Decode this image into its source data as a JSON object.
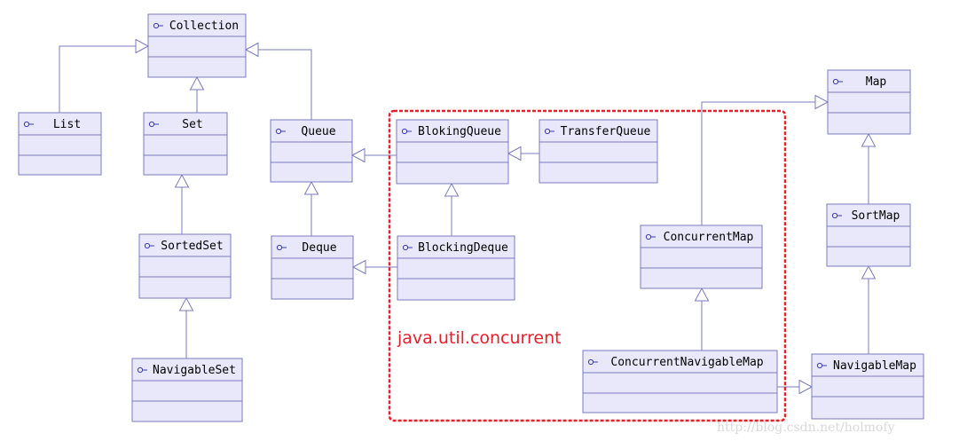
{
  "colors": {
    "node_fill": "#e8e8fa",
    "node_stroke": "#7b7bc0",
    "edge": "#7b7bc0",
    "region_border": "#e8202a",
    "region_label": "#e8202a",
    "watermark": "#d9d9d9"
  },
  "nodes": [
    {
      "id": "collection",
      "label": "Collection",
      "icon": "field-icon"
    },
    {
      "id": "list",
      "label": "List",
      "icon": "field-icon"
    },
    {
      "id": "set",
      "label": "Set",
      "icon": "field-icon"
    },
    {
      "id": "queue",
      "label": "Queue",
      "icon": "field-icon"
    },
    {
      "id": "sortedset",
      "label": "SortedSet",
      "icon": "field-icon"
    },
    {
      "id": "navigableset",
      "label": "NavigableSet",
      "icon": "field-icon"
    },
    {
      "id": "deque",
      "label": "Deque",
      "icon": "field-icon"
    },
    {
      "id": "blokingqueue",
      "label": "BlokingQueue",
      "icon": "field-icon"
    },
    {
      "id": "transferqueue",
      "label": "TransferQueue",
      "icon": "field-icon"
    },
    {
      "id": "blockingdeque",
      "label": "BlockingDeque",
      "icon": "field-icon"
    },
    {
      "id": "concurrentmap",
      "label": "ConcurrentMap",
      "icon": "field-icon"
    },
    {
      "id": "concurrentnavigablemap",
      "label": "ConcurrentNavigableMap",
      "icon": "field-icon"
    },
    {
      "id": "map",
      "label": "Map",
      "icon": "field-icon"
    },
    {
      "id": "sortmap",
      "label": "SortMap",
      "icon": "field-icon"
    },
    {
      "id": "navigablemap",
      "label": "NavigableMap",
      "icon": "field-icon"
    }
  ],
  "edges": [
    {
      "from": "list",
      "to": "collection",
      "type": "generalization"
    },
    {
      "from": "set",
      "to": "collection",
      "type": "generalization"
    },
    {
      "from": "queue",
      "to": "collection",
      "type": "generalization"
    },
    {
      "from": "sortedset",
      "to": "set",
      "type": "generalization"
    },
    {
      "from": "navigableset",
      "to": "sortedset",
      "type": "generalization"
    },
    {
      "from": "deque",
      "to": "queue",
      "type": "generalization"
    },
    {
      "from": "blokingqueue",
      "to": "queue",
      "type": "generalization"
    },
    {
      "from": "transferqueue",
      "to": "blokingqueue",
      "type": "generalization"
    },
    {
      "from": "blockingdeque",
      "to": "blokingqueue",
      "type": "generalization"
    },
    {
      "from": "blockingdeque",
      "to": "deque",
      "type": "generalization"
    },
    {
      "from": "concurrentmap",
      "to": "map",
      "type": "generalization"
    },
    {
      "from": "concurrentnavigablemap",
      "to": "concurrentmap",
      "type": "generalization"
    },
    {
      "from": "concurrentnavigablemap",
      "to": "navigablemap",
      "type": "generalization"
    },
    {
      "from": "sortmap",
      "to": "map",
      "type": "generalization"
    },
    {
      "from": "navigablemap",
      "to": "sortmap",
      "type": "generalization"
    }
  ],
  "region": {
    "label": "java.util.concurrent"
  },
  "watermark": "http://blog.csdn.net/holmofy"
}
